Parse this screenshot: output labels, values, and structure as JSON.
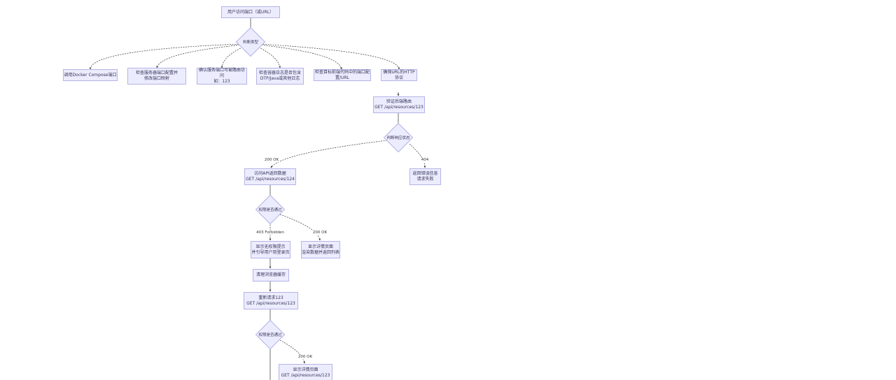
{
  "diagram": {
    "nodes": {
      "start": "用户访问端口（或URL）",
      "n1": "调用Docker Compose端口",
      "n2": "检查服务器端口配置并\n修改端口映射",
      "n3": "确认服务端口可被路由访问\n如：123",
      "n4": "检查容器日志是否包含\nDTP/Java或其他日志",
      "n5": "检查目标前端代码中的端口配置/URL",
      "n6": "确保URL的HTTP协议",
      "n7": "验证后端路由\nGET /api/resources/123",
      "n8": "访问API返回数据\nGET /api/resources/124",
      "n9": "返回错误信息\n请求失败",
      "n10": "显示无权限提示\n并引导用户到登录页",
      "n11": "显示详情页面\n渲染数据并返回列表",
      "n12": "清理浏览器缓存",
      "n13": "重新请求123\nGET /api/resources/123",
      "n14": "显示详情页面\nGET /api/resources/123"
    },
    "decisions": {
      "d1": "判断类型",
      "d2": "判断响应状态",
      "d3": "权限是否通过",
      "d4": "权限是否通过"
    },
    "edge_labels": {
      "ok1": "200 OK",
      "e404": "404",
      "forbidden": "403 Forbidden",
      "ok2": "200 OK",
      "ok3": "200 OK"
    }
  }
}
